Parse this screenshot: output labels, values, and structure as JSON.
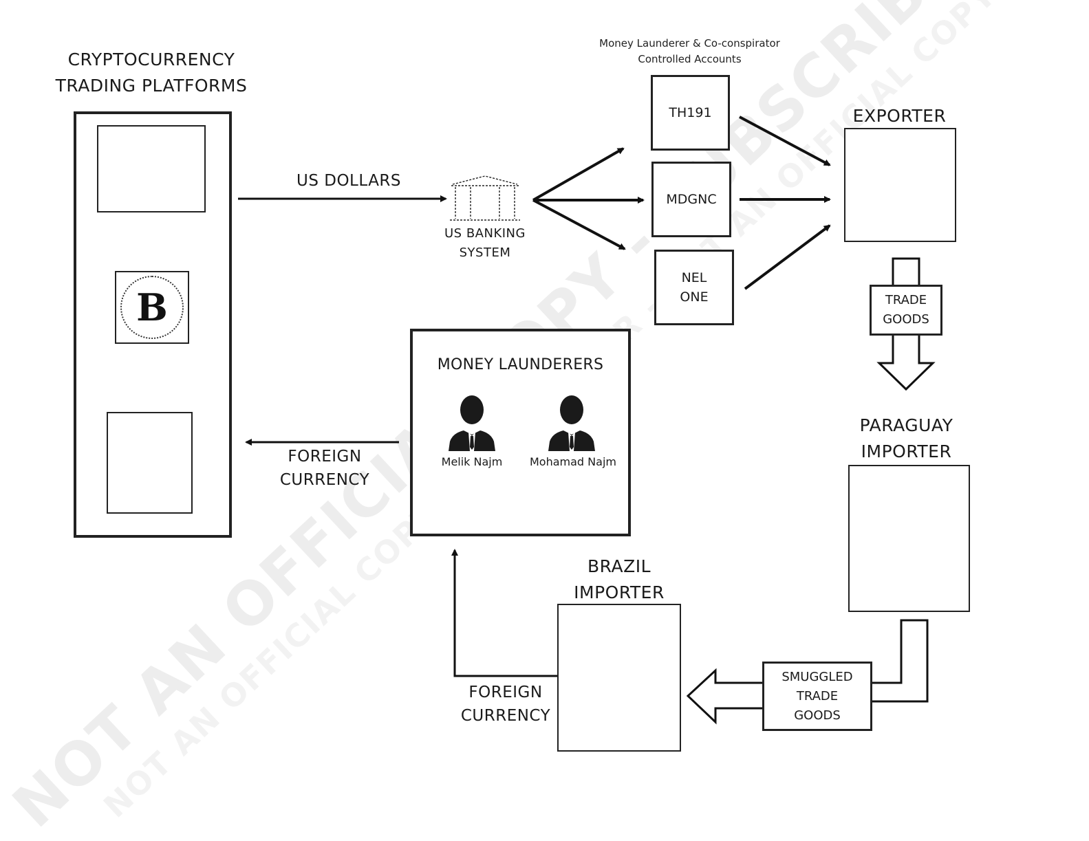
{
  "platforms": {
    "title_line1": "CRYPTOCURRENCY",
    "title_line2": "TRADING PLATFORMS",
    "bitcoin_symbol": "B"
  },
  "flows": {
    "us_dollars": "US DOLLARS",
    "foreign_currency_left_line1": "FOREIGN",
    "foreign_currency_left_line2": "CURRENCY",
    "foreign_currency_bottom_line1": "FOREIGN",
    "foreign_currency_bottom_line2": "CURRENCY"
  },
  "banking": {
    "line1": "US BANKING",
    "line2": "SYSTEM"
  },
  "accounts": {
    "header_line1": "Money Launderer & Co-conspirator",
    "header_line2": "Controlled Accounts",
    "items": [
      {
        "label": "TH191"
      },
      {
        "label": "MDGNC"
      },
      {
        "label_line1": "NEL",
        "label_line2": "ONE"
      }
    ]
  },
  "exporter": {
    "title": "EXPORTER"
  },
  "trade_goods": {
    "line1": "TRADE",
    "line2": "GOODS"
  },
  "paraguay": {
    "line1": "PARAGUAY",
    "line2": "IMPORTER"
  },
  "smuggled": {
    "line1": "SMUGGLED",
    "line2": "TRADE",
    "line3": "GOODS"
  },
  "brazil": {
    "line1": "BRAZIL",
    "line2": "IMPORTER"
  },
  "launderers": {
    "title": "MONEY LAUNDERERS",
    "people": [
      "Melik Najm",
      "Mohamad Najm"
    ]
  },
  "watermark": "NOT AN OFFICIAL COPY - SUBSCRIBER - NOT AN OFFICIAL COPY",
  "colors": {
    "line": "#111111",
    "box_border": "#222222",
    "watermark": "#000000"
  }
}
